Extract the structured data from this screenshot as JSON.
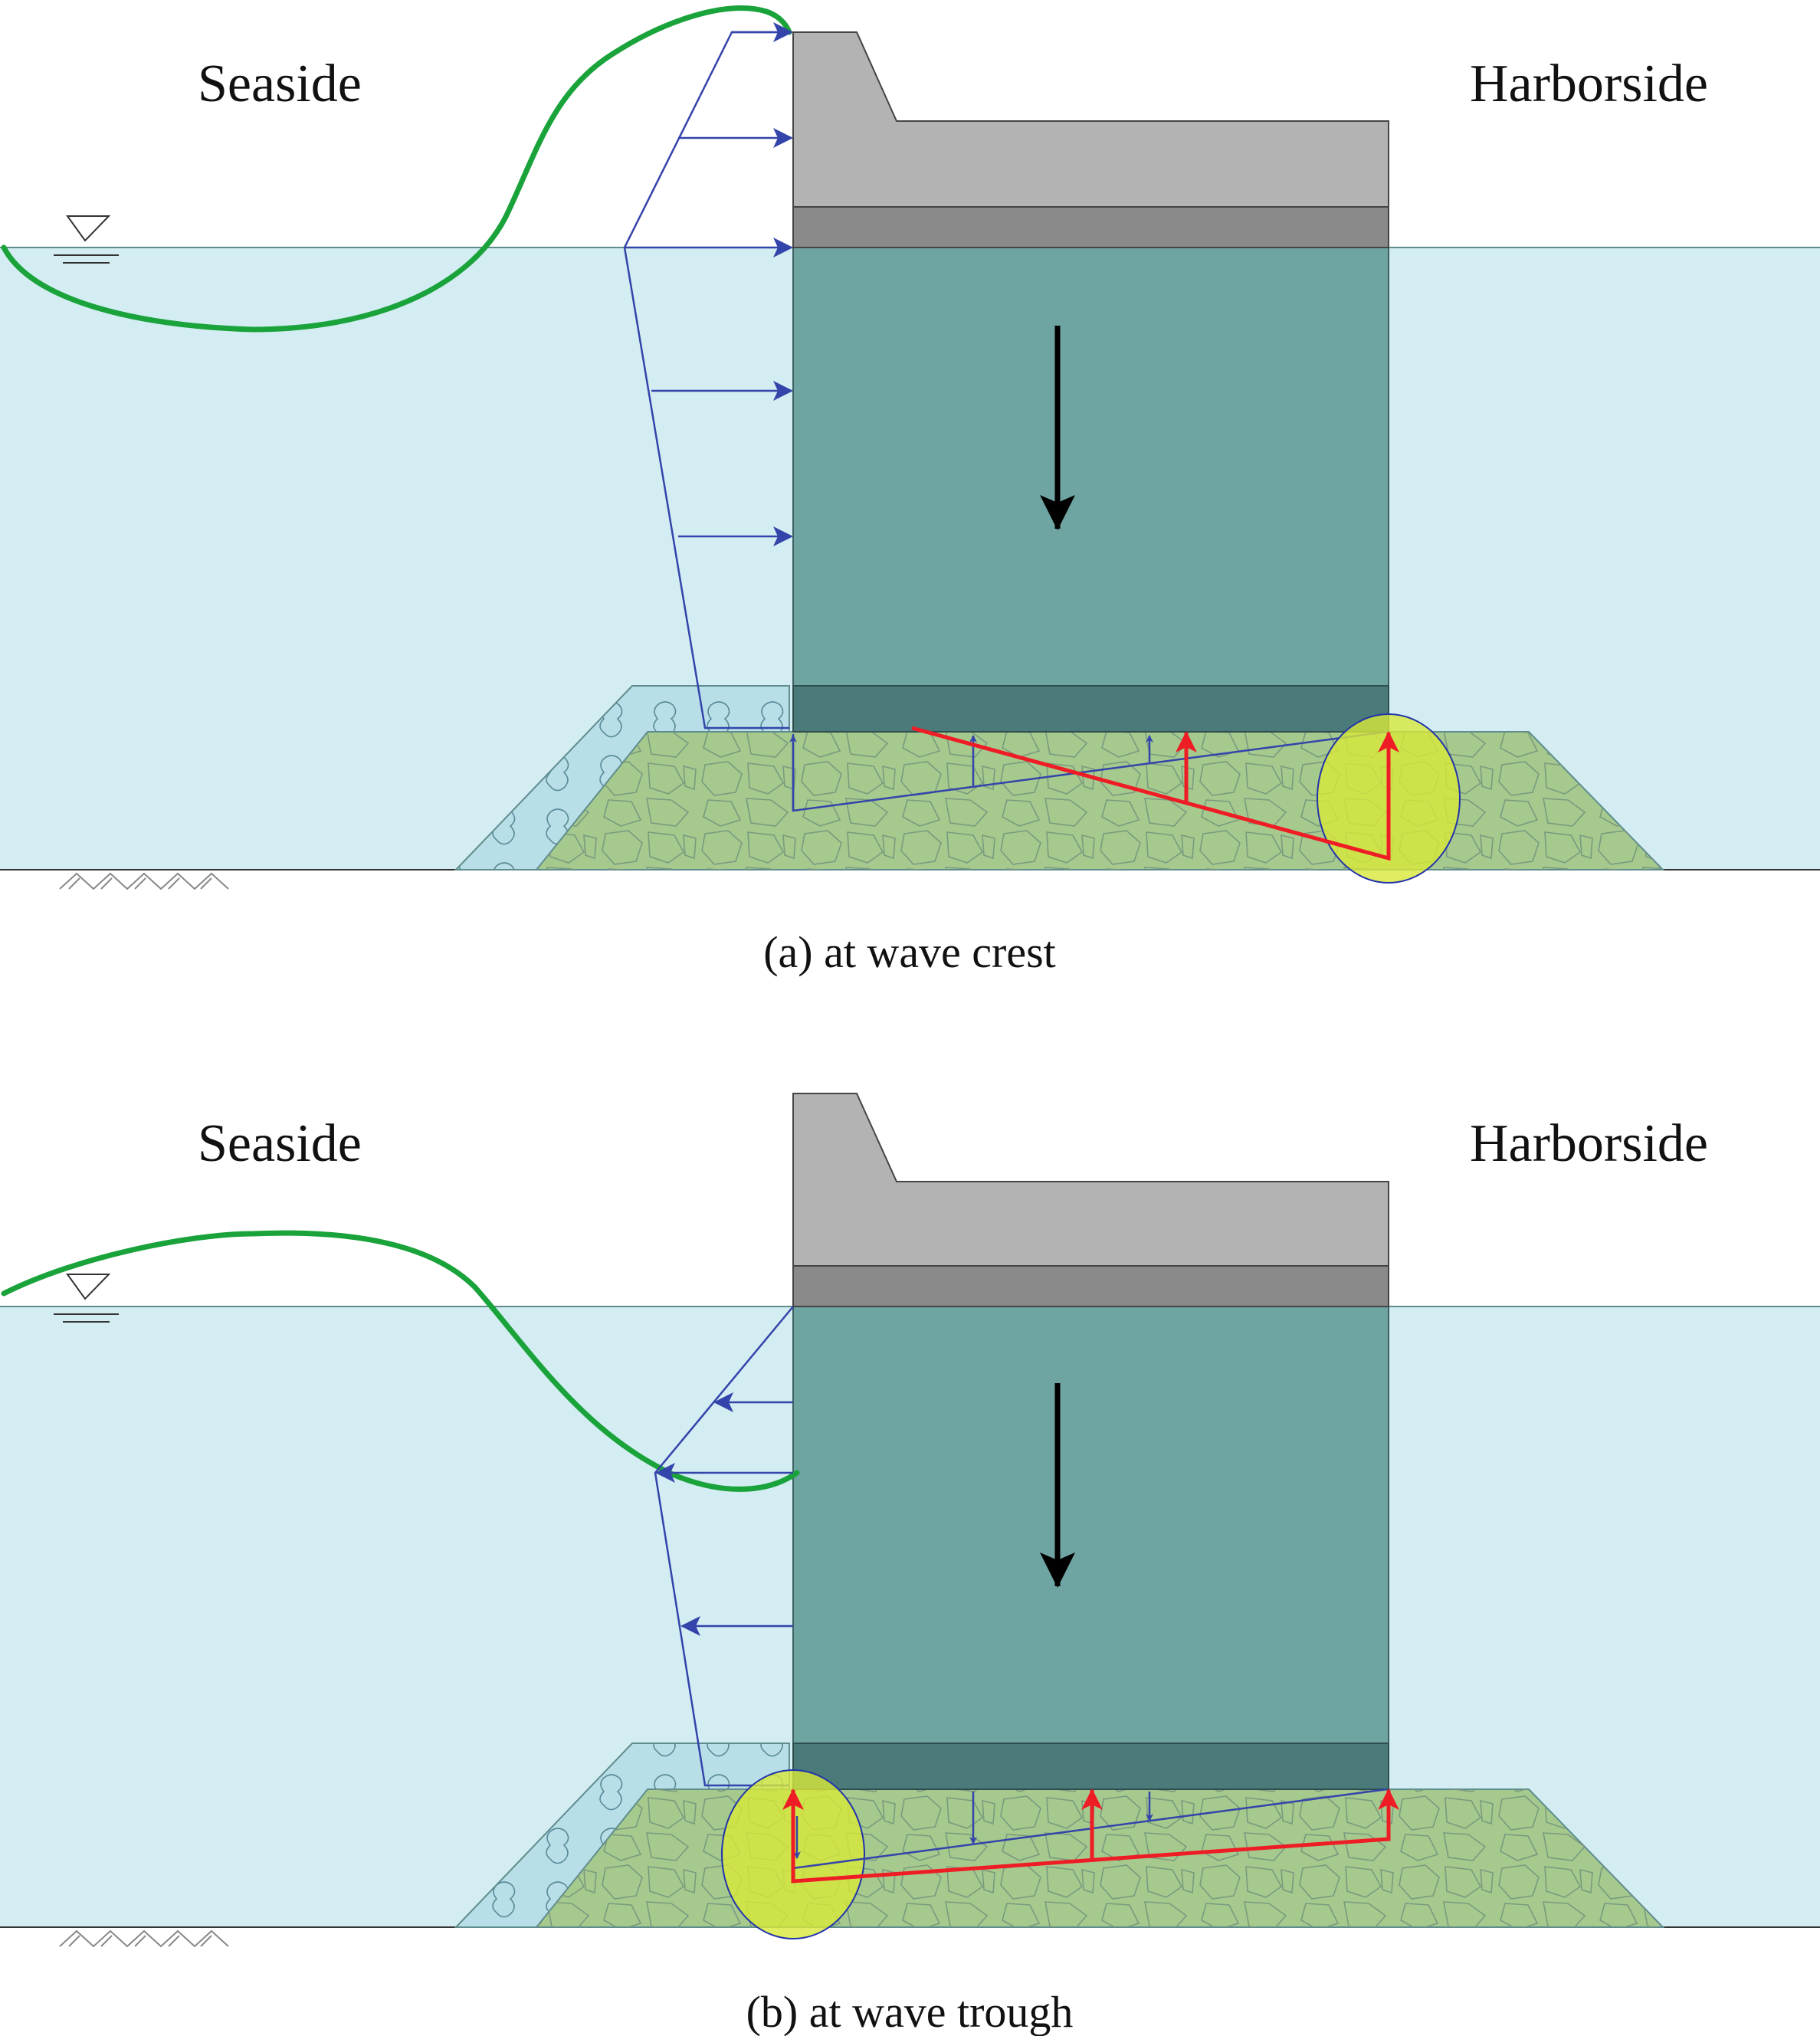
{
  "panels": [
    {
      "id": "crest",
      "seaside_label": "Seaside",
      "harborside_label": "Harborside",
      "caption": "(a) at wave crest"
    },
    {
      "id": "trough",
      "seaside_label": "Seaside",
      "harborside_label": "Harborside",
      "caption": "(b) at wave trough"
    }
  ],
  "colors": {
    "water": "#d3edf3",
    "caisson": "#6ea4a2",
    "caisson_footing": "#4a7a7a",
    "superstructure": "#b3b3b3",
    "superstructure_base": "#8a8a8a",
    "rubble_mound": "#a6c98e",
    "armor_blocks": "#b8dfe8",
    "wave_profile": "#19a33a",
    "wave_pressure": "#3344aa",
    "uplift_pressure": "#ee1c25",
    "critical_zone": "#d8e83a",
    "self_weight_arrow": "#000000"
  },
  "icons": [
    "water-level-triangle-icon",
    "seabed-hatch-icon",
    "down-arrow-icon"
  ]
}
